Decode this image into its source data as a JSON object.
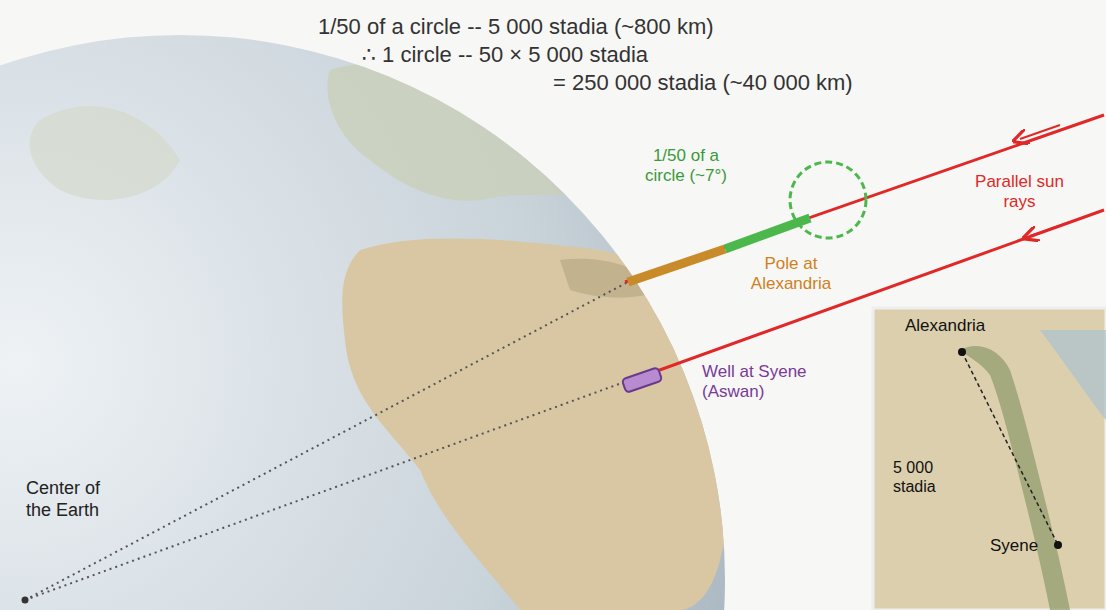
{
  "diagram": {
    "labels": [
      "1/50 of a circle -- 5 000 stadia (~800 km)",
      "∴ 1 circle -- 50 × 5 000 stadia",
      "= 250 000 stadia (~40 000 km)",
      "1/50 of a circle (~7°)",
      "Parallel sun rays",
      "Pole at Alexandria",
      "Well at Syene (Aswan)",
      "Center of the Earth",
      "Alexandria",
      "5 000 stadia",
      "Syene"
    ]
  }
}
